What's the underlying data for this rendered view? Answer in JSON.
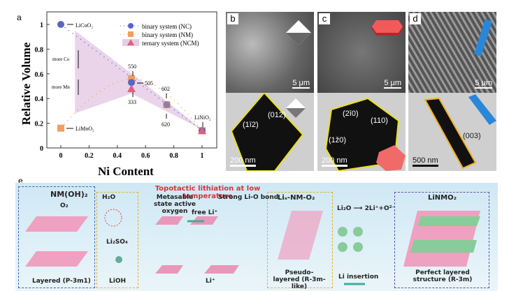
{
  "panel_labels": {
    "a": "a",
    "b": "b",
    "c": "c",
    "d": "d",
    "e": "e"
  },
  "chart_data": {
    "type": "scatter",
    "xlabel": "Ni Content",
    "ylabel": "Relative Volume",
    "xlim": [
      -0.1,
      1.1
    ],
    "ylim": [
      0,
      1.05
    ],
    "xticks": [
      "0",
      "0.2",
      "0.4",
      "0.6",
      "0.8",
      "1"
    ],
    "yticks": [
      "0",
      "0.2",
      "0.4",
      "0.6",
      "0.8",
      "1"
    ],
    "legend_position": "top-right",
    "series": [
      {
        "name": "binary system (NC)",
        "marker": "circle",
        "color": "#5865c9",
        "x": [
          0,
          0.5,
          0.75,
          1
        ],
        "y": [
          1,
          0.53,
          0.35,
          0.14
        ]
      },
      {
        "name": "binary system (NM)",
        "marker": "square",
        "color": "#f0a060",
        "x": [
          0,
          0.5,
          0.75,
          1
        ],
        "y": [
          0.16,
          0.56,
          0.35,
          0.14
        ]
      },
      {
        "name": "ternary system (NCM)",
        "marker": "triangle",
        "color": "#e0607a",
        "x": [
          0.5,
          1
        ],
        "y": [
          0.48,
          0.14
        ],
        "region": [
          [
            0.1,
            0.95
          ],
          [
            0.55,
            0.56
          ],
          [
            1,
            0.15
          ],
          [
            0.5,
            0.44
          ],
          [
            0.1,
            0.28
          ]
        ],
        "region_color": "#e6cde6"
      }
    ],
    "annotations": {
      "licoo2": "LiCoO₂",
      "limno2": "LiMnO₂",
      "linio2": "LiNiO₂",
      "n550": "550",
      "n505": "505",
      "n333": "333",
      "n602": "602",
      "n620": "620",
      "more_co": "more Co",
      "more_mn": "more Mn"
    }
  },
  "micrographs": {
    "b_sem_scale": "5 μm",
    "b_tem_scale": "200 nm",
    "b_facet1": "(012)",
    "b_facet2": "(1ī2)",
    "c_sem_scale": "5 μm",
    "c_tem_scale": "200 nm",
    "c_facet1": "(2ī0)",
    "c_facet2": "(110)",
    "c_facet3": "(1ž0)",
    "d_sem_scale": "5 μm",
    "d_tem_scale": "500 nm",
    "d_facet1": "(003)"
  },
  "scheme": {
    "title": "Topotactic lithiation at low temperature",
    "nm_oh2": "NM(OH)₂",
    "o2": "O₂",
    "layered": "Layered (P-3m1)",
    "h2o": "H₂O",
    "li2so4": "Li₂SO₄",
    "lioh": "LiOH",
    "metastable": "Metasable state active oxygen",
    "free_li": "free Li⁺",
    "strong_lio": "Strong Li-O bond",
    "li_plus": "Li⁺",
    "lix_nm_o2": "Liₓ-NM-O₂",
    "pseudo": "Pseudo-layered (R-3m-like)",
    "li2o_eq": "Li₂O ⟶ 2Li⁺+O²⁻",
    "li_insertion": "Li insertion",
    "linmo2": "LiNMO₂",
    "perfect": "Perfect layered structure (R-3m)",
    "title_color": "#e0303a",
    "bg_color": "#d6ecf6"
  }
}
